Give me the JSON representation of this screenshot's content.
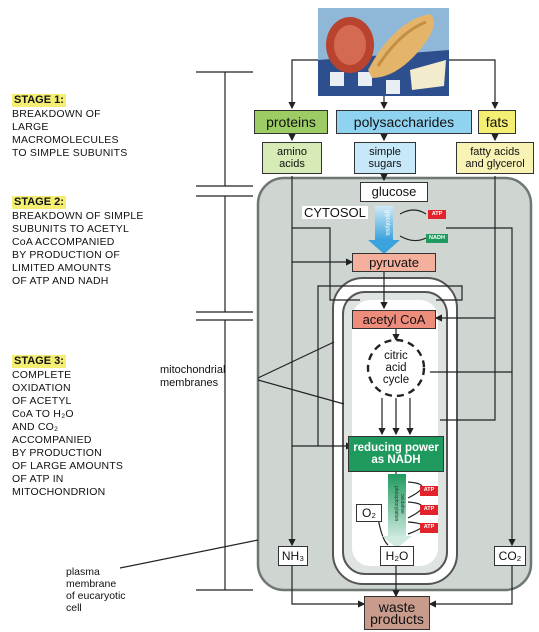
{
  "stages": [
    {
      "title": "STAGE 1:",
      "text": "BREAKDOWN OF\nLARGE\nMACROMOLECULES\nTO SIMPLE SUBUNITS"
    },
    {
      "title": "STAGE 2:",
      "text": "BREAKDOWN OF SIMPLE\nSUBUNITS TO ACETYL\nCoA ACCOMPANIED\nBY PRODUCTION OF\nLIMITED AMOUNTS\nOF ATP AND NADH"
    },
    {
      "title": "STAGE 3:",
      "text": "COMPLETE\nOXIDATION\nOF ACETYL\nCoA TO H₂O\nAND CO₂\nACCOMPANIED\nBY PRODUCTION\nOF LARGE AMOUNTS\nOF ATP IN\nMITOCHONDRION"
    }
  ],
  "macromolecules": [
    "proteins",
    "polysaccharides",
    "fats"
  ],
  "subunits": [
    "amino\nacids",
    "simple\nsugars",
    "fatty acids\nand glycerol"
  ],
  "metabolites": {
    "glucose": "glucose",
    "cytosol": "CYTOSOL",
    "glycolysis": "glycolysis",
    "pyruvate": "pyruvate",
    "acetyl_coa": "acetyl CoA",
    "citric_cycle": "citric\nacid\ncycle",
    "reducing_power": "reducing power\nas NADH",
    "oxidative_phosphorylation": "oxidative phosphorylation",
    "o2": "O₂",
    "nh3": "NH₃",
    "h2o": "H₂O",
    "co2": "CO₂",
    "waste": "waste\nproducts",
    "atp": "ATP",
    "nadh": "NADH"
  },
  "annotations": {
    "mito_membranes": "mitochondrial\nmembranes",
    "plasma_membrane": "plasma\nmembrane\nof eucaryotic\ncell"
  },
  "colors": {
    "stage_highlight": "#f4ef73",
    "proteins": "#9ccc63",
    "polysaccharides": "#8fd3f0",
    "fats": "#f4ef73",
    "amino_acids": "#d6ebb5",
    "simple_sugars": "#c7e8f8",
    "fatty_acids": "#f8f3b4",
    "pyruvate": "#f4b09c",
    "acetyl_coa": "#ef8d7d",
    "reducing_power": "#1f9a5f",
    "waste": "#c89b8c",
    "cell": "#cfd6d2",
    "atp_tag": "#e3232b",
    "nadh_tag": "#1f9a5f"
  }
}
